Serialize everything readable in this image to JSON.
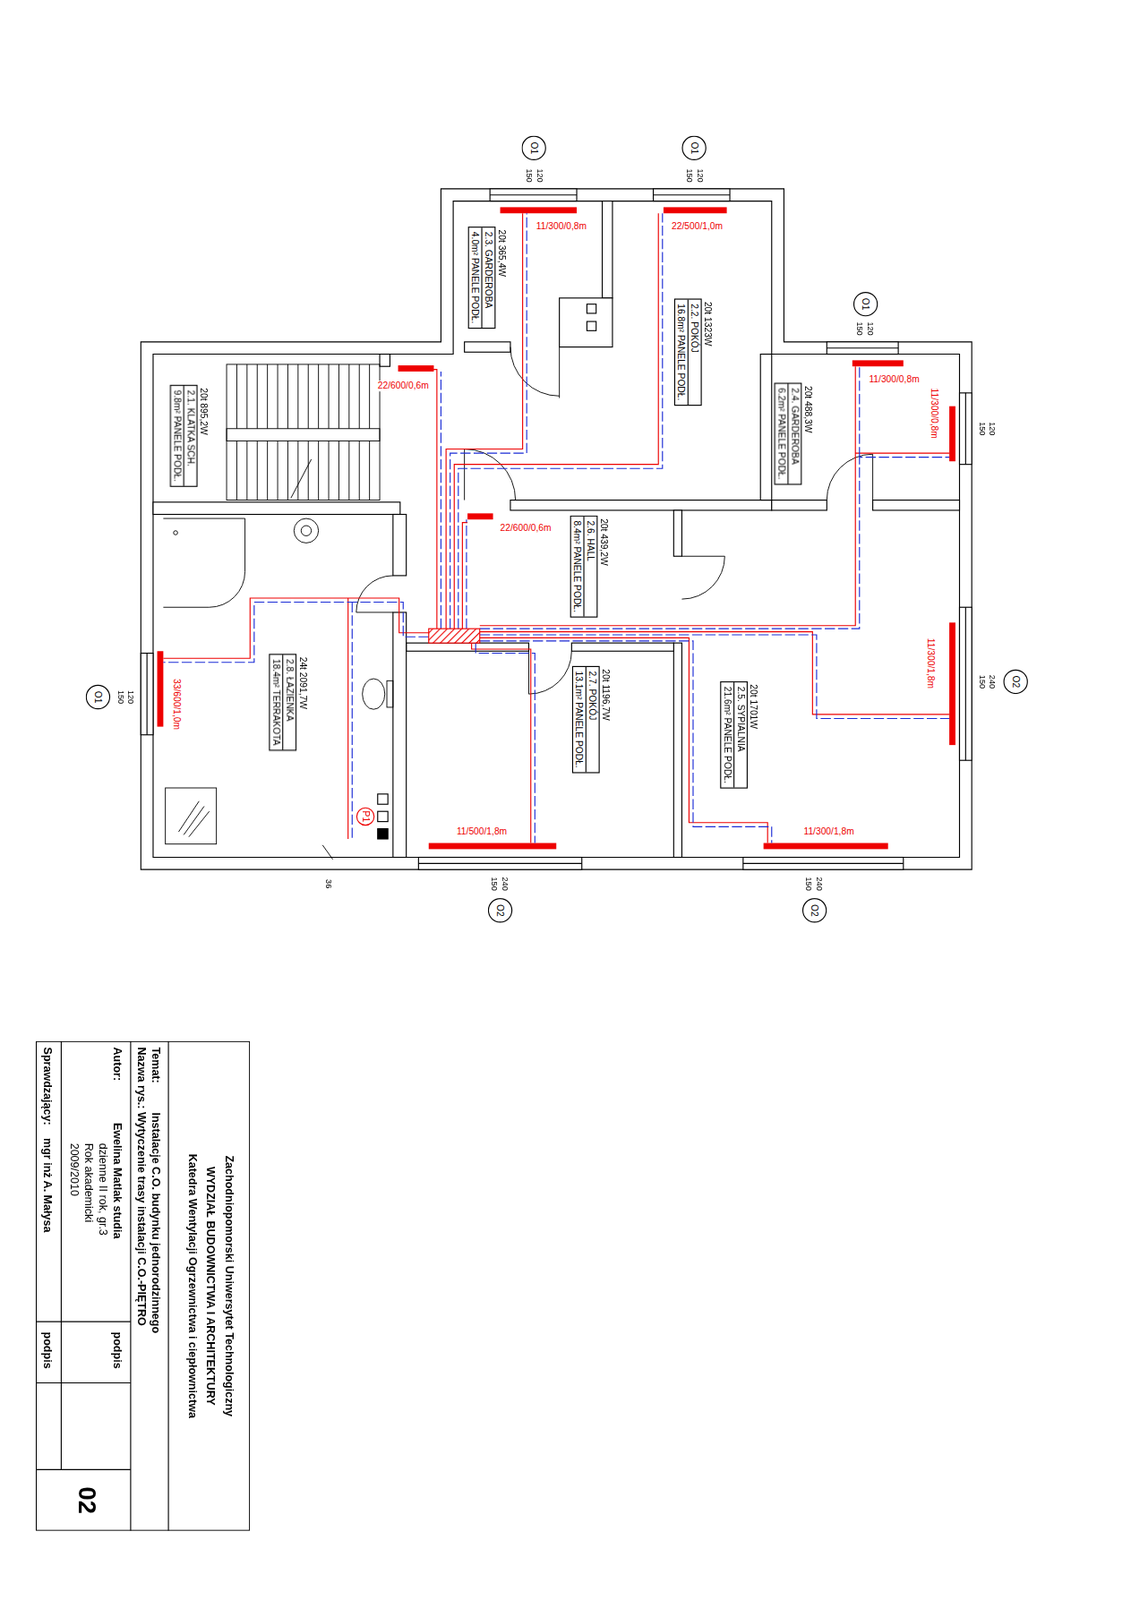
{
  "diagram": {
    "nodes": [
      {
        "text": [
          "20t 895,2W",
          "2.1. KLATKA SCH.",
          "9.8m² PANELE PODŁ."
        ]
      },
      {
        "text": [
          "20t 1323W",
          "2.2. POKÓJ",
          "16.8m² PANELE PODŁ."
        ]
      },
      {
        "text": [
          "20t 365,4W",
          "2.3. GARDEROBA",
          "4.0m² PANELE PODŁ."
        ]
      },
      {
        "text": [
          "20t 488,3W",
          "2.4. GARDEROBA",
          "6.2m² PANELE PODŁ."
        ]
      },
      {
        "text": [
          "20t 1701W",
          "2.5. SYPIALNIA",
          "21.6m² PANELE PODŁ."
        ]
      },
      {
        "text": [
          "20t 439,2W",
          "2.6. HALL",
          "8.4m² PANELE PODŁ."
        ]
      },
      {
        "text": [
          "20t 1196,7W",
          "2.7. POKÓJ",
          "13.1m² PANELE PODŁ."
        ]
      },
      {
        "text": [
          "24t 2091,7W",
          "2.8. ŁAZIENKA",
          "18.4m² TERRAKOTA"
        ]
      },
      {
        "text": [
          "O1"
        ]
      },
      {
        "text": [
          "O1"
        ]
      },
      {
        "text": [
          "O1"
        ]
      },
      {
        "text": [
          "O2"
        ]
      },
      {
        "text": [
          "O2"
        ]
      },
      {
        "text": [
          "O2"
        ]
      },
      {
        "text": [
          "O1"
        ]
      },
      {
        "text": [
          "P1"
        ]
      }
    ],
    "labels": [
      "11/300/0,8m",
      "22/500/1,0m",
      "11/300/0,8m",
      "11/300/0,8m",
      "22/600/0,6m",
      "22/600/0,6m",
      "33/600/1,0m",
      "11/300/1,8m",
      "11/500/1,8m",
      "11/300/1,8m",
      "120",
      "150",
      "120",
      "150",
      "120",
      "150",
      "120",
      "150",
      "240",
      "150",
      "240",
      "150",
      "240",
      "150",
      "120",
      "150",
      "36",
      "Zachodniopomorski Uniwersytet Technologiczny",
      "WYDZIAŁ BUDOWNICTWA I ARCHITEKTURY",
      "Katedra Wentylacji Ogrzewnictwa i ciepłownictwa",
      "Temat:",
      "Instalacje C.O. budynku jednorodzinnego",
      "Nazwa rys.: Wytyczenie trasy instalacji C.O.-PIĘTRO",
      "Autor:",
      "Ewelina Matlak studia",
      "dzienne II rok, gr.3",
      "Rok akademicki",
      "2009/2010",
      "podpis",
      "Sprawdzający:",
      "mgr inż A. Małysa",
      "podpis",
      "02"
    ]
  }
}
